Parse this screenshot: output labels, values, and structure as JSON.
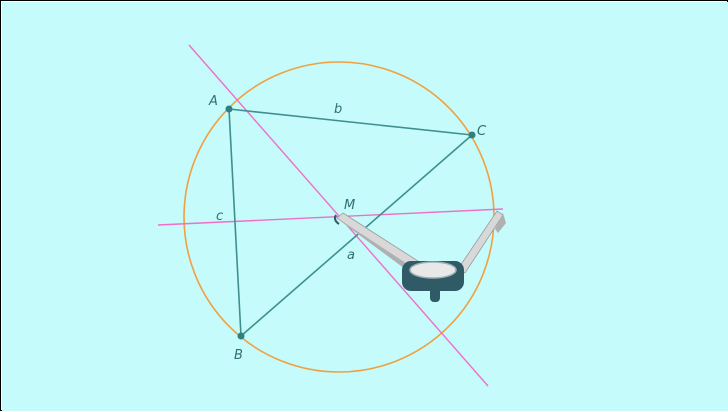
{
  "colors": {
    "background": "#c5fbfb",
    "circle": "#f0a040",
    "triangle": "#3f8f8f",
    "bisector": "#ef6fc8",
    "point": "#2f7f7f",
    "label": "#2f6f74",
    "compass_body": "#2f5a66",
    "compass_leg": "#d8d8d8"
  },
  "points": {
    "A": {
      "label": "A"
    },
    "B": {
      "label": "B"
    },
    "C": {
      "label": "C"
    },
    "M": {
      "label": "M"
    }
  },
  "sides": {
    "a": {
      "label": "a"
    },
    "b": {
      "label": "b"
    },
    "c": {
      "label": "c"
    }
  },
  "objects": {
    "circumcircle": "circle",
    "perpendicular_bisectors": 2,
    "tool": "compass-icon"
  }
}
